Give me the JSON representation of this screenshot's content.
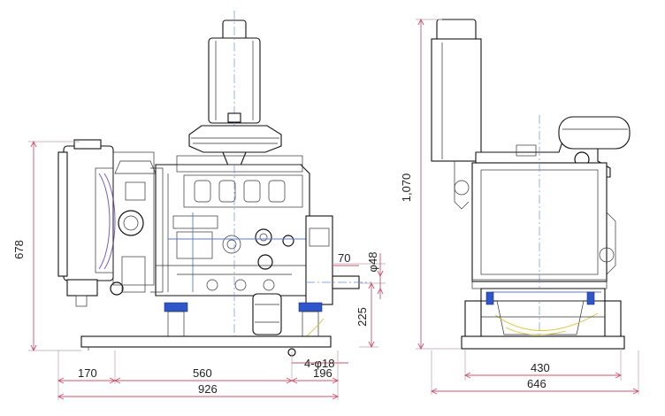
{
  "dimensions": {
    "front_height": "678",
    "side_height": "1,070",
    "flange_width": "70",
    "shaft_diameter": "φ48",
    "shaft_height": "225",
    "mount_holes": "4-φ18",
    "left_offset": "170",
    "hole_spacing": "560",
    "right_offset": "196",
    "front_width": "926",
    "side_base_width": "430",
    "side_width": "646"
  },
  "colors": {
    "dimension_line": "#c8556e",
    "outline": "#111111",
    "mount": "#2f56c9",
    "detail_blue": "#5a7bd6",
    "detail_yellow": "#d8c43a"
  }
}
